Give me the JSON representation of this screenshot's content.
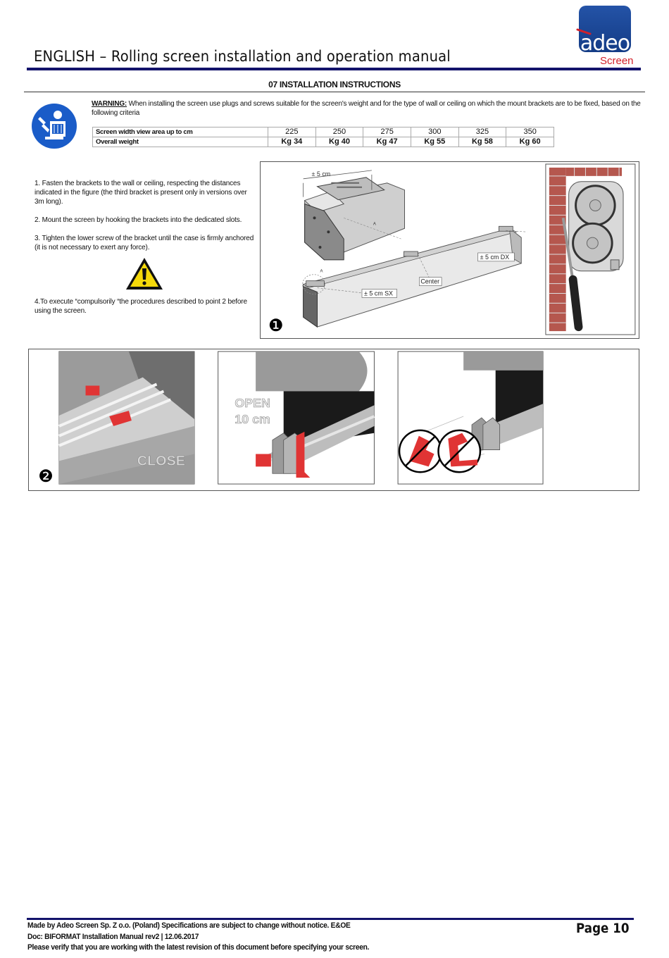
{
  "header": {
    "title": "ENGLISH – Rolling screen installation and operation manual",
    "logo_word": "adeo",
    "logo_sub": "Screen"
  },
  "section": {
    "title": "07 INSTALLATION INSTRUCTIONS"
  },
  "warning": {
    "label": "WARNING:",
    "text": "When installing the screen use plugs and screws suitable for the screen's weight and for the type of wall or ceiling on which the mount brackets are to be fixed, based on the following criteria"
  },
  "weights_table": {
    "row1_label": "Screen width view area up to cm",
    "widths": [
      "225",
      "250",
      "275",
      "300",
      "325",
      "350"
    ],
    "row2_label": "Overall weight",
    "weights": [
      "Kg 34",
      "Kg 40",
      "Kg 47",
      "Kg 55",
      "Kg 58",
      "Kg 60"
    ]
  },
  "steps": [
    "1. Fasten the brackets to the wall or ceiling, respecting the distances indicated in the figure (the third bracket is present only in versions over 3m long).",
    "2. Mount the screen by hooking the brackets into the dedicated slots.",
    "3. Tighten the lower screw of the bracket until the case is firmly anchored (it is not necessary to exert any force).",
    "4.To execute “compulsorily “the procedures described to point 2 before using the screen."
  ],
  "figure1": {
    "number": "❶",
    "dim_top": "± 5 cm",
    "label_a1": "A",
    "label_a2": "A",
    "dim_dx": "± 5 cm DX",
    "dim_sx": "± 5 cm SX",
    "center": "Center"
  },
  "figure2": {
    "number": "❷",
    "close": "CLOSE",
    "open_line1": "OPEN",
    "open_line2": "10 cm"
  },
  "footer": {
    "line1": "Made by Adeo Screen Sp. Z o.o. (Poland) Specifications are subject to change without notice. E&OE",
    "line2": "Doc: BIFORMAT Installation Manual rev2 | 12.06.2017",
    "line3": "Please verify that you are working with the latest revision of this document before specifying your screen.",
    "page": "Page 10"
  },
  "colors": {
    "brand_navy": "#13136b",
    "logo_blue": "#1f4c9e",
    "logo_red": "#d2202a",
    "info_blue": "#1a5cc8",
    "caution_yellow": "#f5d90a",
    "marker_red": "#e03434"
  },
  "icons": [
    "mandatory-manual-icon",
    "caution-triangle-icon",
    "adeo-logo"
  ]
}
